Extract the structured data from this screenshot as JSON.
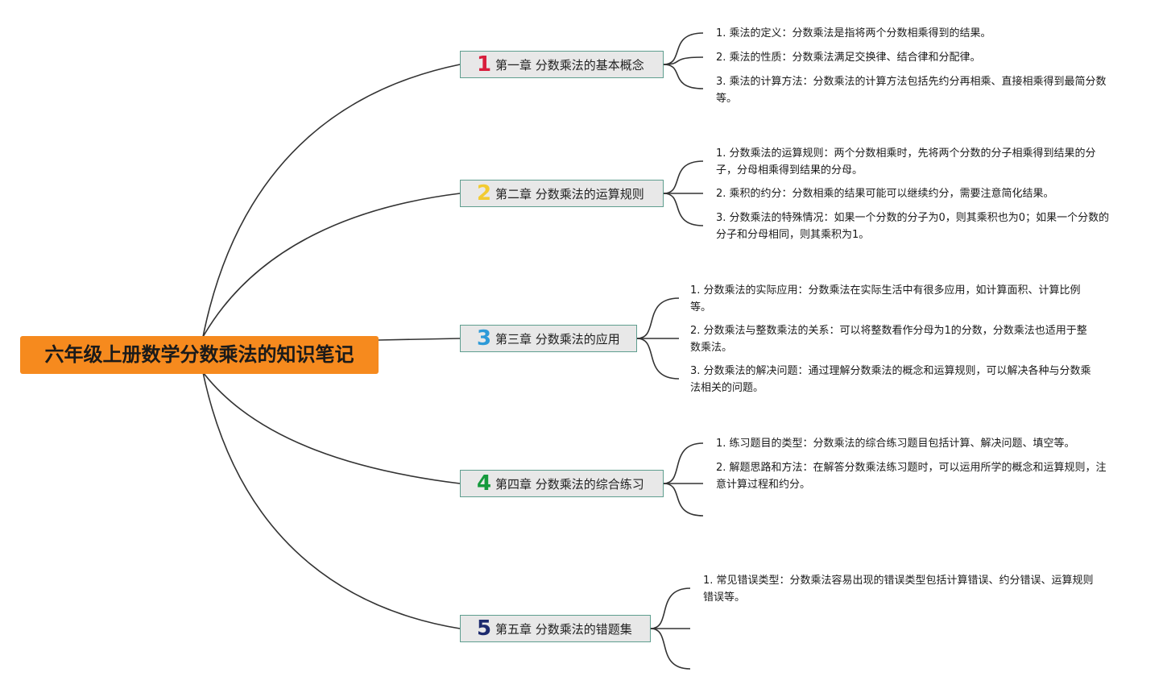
{
  "title": "六年级上册数学分数乘法的知识笔记",
  "colors": {
    "root_fill": "#f68a1e",
    "chapter_fill": "#e8e8e8",
    "chapter_border": "#5f9e8f",
    "link": "#333333"
  },
  "chapters": [
    {
      "num": "1",
      "num_color": "#d81e3c",
      "label": "第一章 分数乘法的基本概念",
      "notes": [
        "1. 乘法的定义：分数乘法是指将两个分数相乘得到的结果。",
        "2. 乘法的性质：分数乘法满足交换律、结合律和分配律。",
        "3. 乘法的计算方法：分数乘法的计算方法包括先约分再相乘、直接相乘得到最简分数等。"
      ]
    },
    {
      "num": "2",
      "num_color": "#f2cb31",
      "label": "第二章 分数乘法的运算规则",
      "notes": [
        "1. 分数乘法的运算规则：两个分数相乘时，先将两个分数的分子相乘得到结果的分子，分母相乘得到结果的分母。",
        "2. 乘积的约分：分数相乘的结果可能可以继续约分，需要注意简化结果。",
        "3. 分数乘法的特殊情况：如果一个分数的分子为0，则其乘积也为0；如果一个分数的分子和分母相同，则其乘积为1。"
      ]
    },
    {
      "num": "3",
      "num_color": "#2d9ad8",
      "label": "第三章 分数乘法的应用",
      "notes": [
        "1. 分数乘法的实际应用：分数乘法在实际生活中有很多应用，如计算面积、计算比例等。",
        "2. 分数乘法与整数乘法的关系：可以将整数看作分母为1的分数，分数乘法也适用于整数乘法。",
        "3. 分数乘法的解决问题：通过理解分数乘法的概念和运算规则，可以解决各种与分数乘法相关的问题。"
      ]
    },
    {
      "num": "4",
      "num_color": "#169a3d",
      "label": "第四章 分数乘法的综合练习",
      "notes": [
        "1. 练习题目的类型：分数乘法的综合练习题目包括计算、解决问题、填空等。",
        "2. 解题思路和方法：在解答分数乘法练习题时，可以运用所学的概念和运算规则，注意计算过程和约分。"
      ]
    },
    {
      "num": "5",
      "num_color": "#1c2a6e",
      "label": "第五章 分数乘法的错题集",
      "notes": [
        "1. 常见错误类型：分数乘法容易出现的错误类型包括计算错误、约分错误、运算规则错误等。"
      ]
    }
  ]
}
